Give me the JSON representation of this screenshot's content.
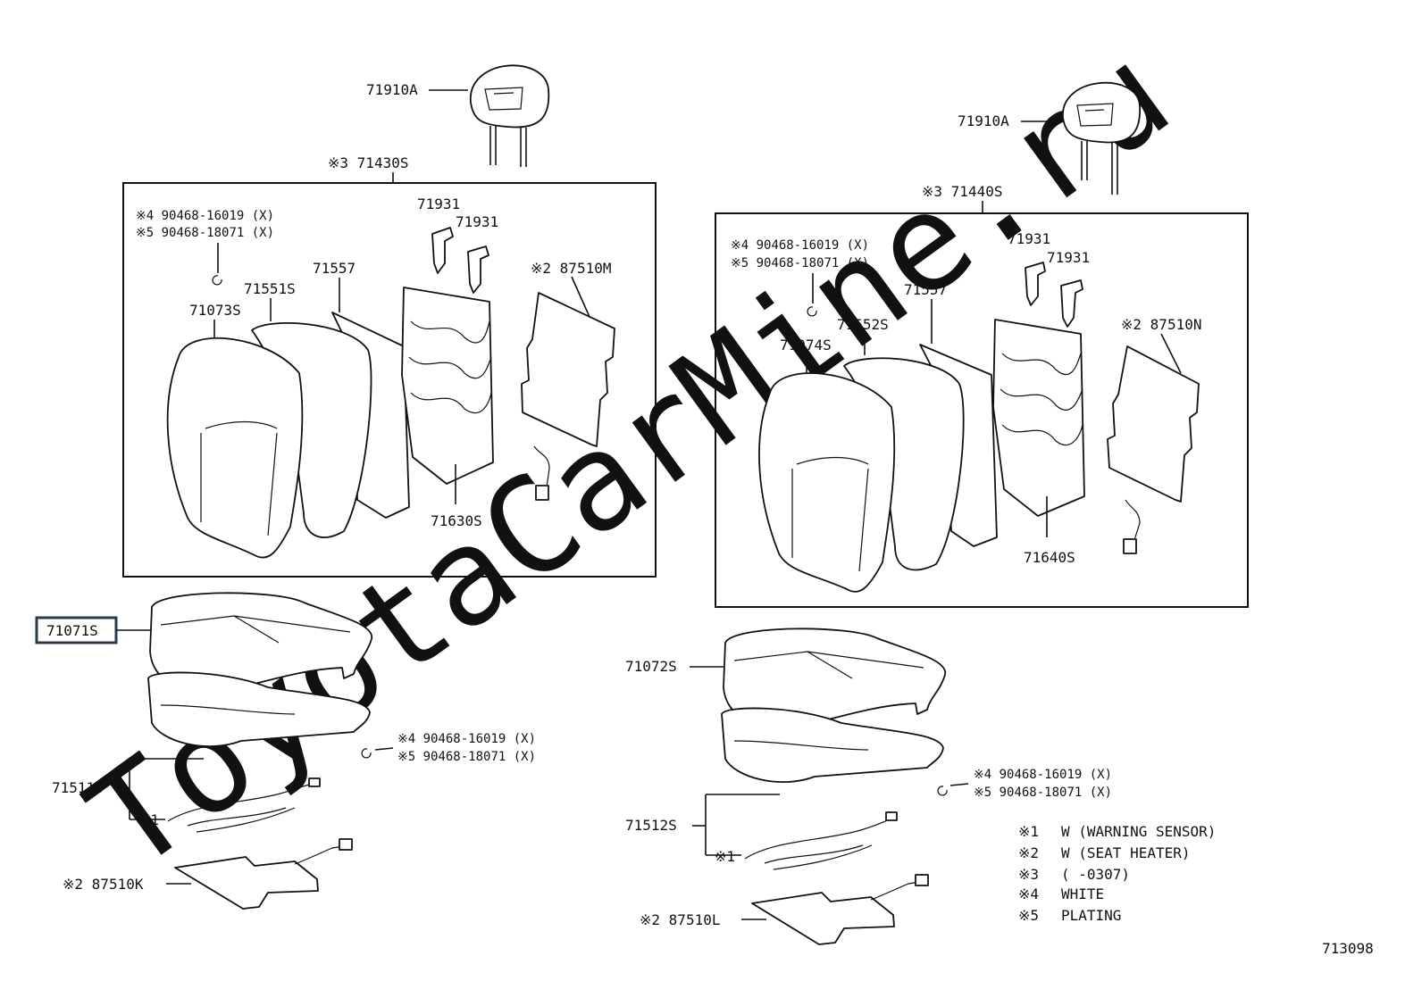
{
  "watermark": "ToyotaCarMine.ru",
  "diagram_id": "713098",
  "left_seat": {
    "headrest": "71910A",
    "back_assy": "※3 71430S",
    "clip4": "※4 90468-16019 (X)",
    "clip5": "※5 90468-18071 (X)",
    "support_a": "71931",
    "support_b": "71931",
    "cover_back": "71073S",
    "pad_back": "71551S",
    "board": "71557",
    "heater_back": "※2 87510M",
    "frame_back": "71630S",
    "cushion_assy": "71071S",
    "cushion_clip4": "※4  90468-16019 (X)",
    "cushion_clip5": "※5  90468-18071 (X)",
    "cushion_group": "71511S",
    "sensor": "※1",
    "heater_cushion": "※2 87510K"
  },
  "right_seat": {
    "headrest": "71910A",
    "back_assy": "※3 71440S",
    "clip4": "※4 90468-16019 (X)",
    "clip5": "※5 90468-18071 (X)",
    "support_a": "71931",
    "support_b": "71931",
    "cover_back": "71074S",
    "pad_back": "71552S",
    "board": "71557",
    "heater_back": "※2 87510N",
    "frame_back": "71640S",
    "cushion_assy": "71072S",
    "cushion_clip4": "※4  90468-16019 (X)",
    "cushion_clip5": "※5  90468-18071 (X)",
    "cushion_group": "71512S",
    "sensor": "※1",
    "heater_cushion": "※2  87510L"
  },
  "legend": [
    {
      "mark": "※1",
      "text": "W (WARNING  SENSOR)"
    },
    {
      "mark": "※2",
      "text": "W (SEAT  HEATER)"
    },
    {
      "mark": "※3",
      "text": "(      -0307)"
    },
    {
      "mark": "※4",
      "text": "WHITE"
    },
    {
      "mark": "※5",
      "text": "PLATING"
    }
  ]
}
